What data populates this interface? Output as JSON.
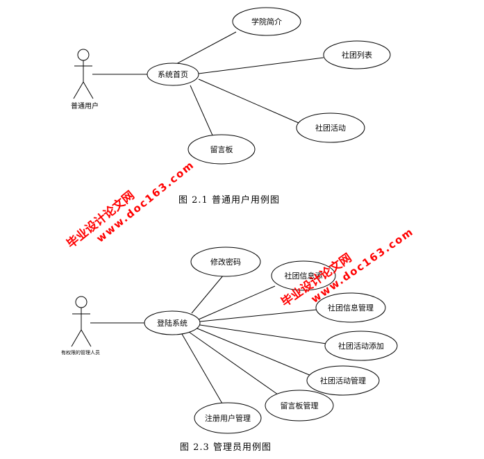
{
  "diagram1": {
    "actor": "普通用户",
    "center": "系统首页",
    "use_cases": [
      "学院简介",
      "社团列表",
      "社团活动",
      "留言板"
    ],
    "caption": "图 2.1  普通用户用例图"
  },
  "diagram2": {
    "actor": "有权限的管理人员",
    "center": "登陆系统",
    "use_cases": [
      "修改密码",
      "社团信息添",
      "社团信息管理",
      "社团活动添加",
      "社团活动管理",
      "留言板管理",
      "注册用户管理"
    ],
    "caption": "图 2.3  管理员用例图"
  },
  "watermarks": [
    {
      "text_cn": "毕业设计论文网",
      "text_url": "www.doc163.com"
    },
    {
      "text_cn": "毕业设计论文网",
      "text_url": "www.doc163.com"
    }
  ],
  "colors": {
    "watermark": "#ff0000",
    "lines": "#000000"
  }
}
